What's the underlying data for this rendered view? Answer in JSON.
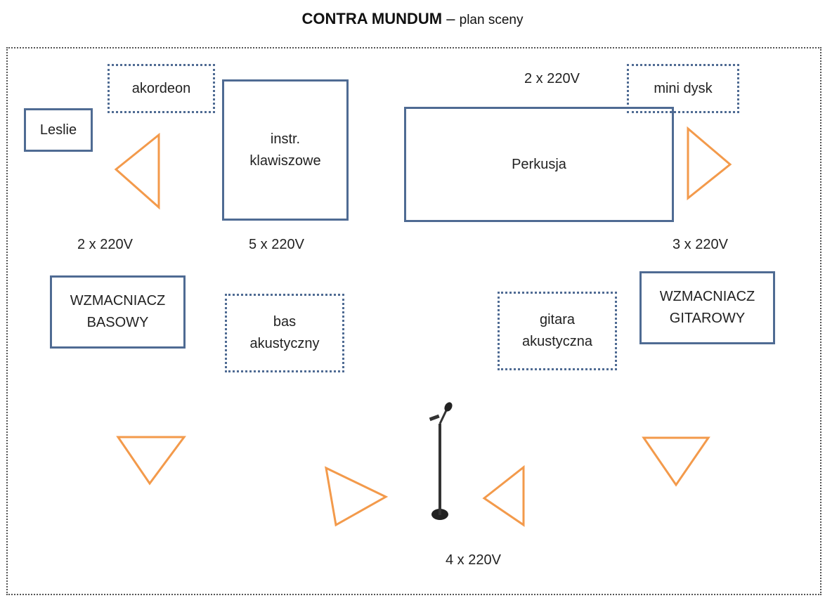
{
  "title": {
    "main": "CONTRA MUNDUM",
    "separator": "–",
    "sub": "plan sceny"
  },
  "instruments": {
    "leslie": "Leslie",
    "akordeon": "akordeon",
    "keys": "instr.\nklawiszowe",
    "drums": "Perkusja",
    "minidisc": "mini dysk",
    "bass_amp": "WZMACNIACZ\nBASOWY",
    "acoustic_bass": "bas\nakustyczny",
    "acoustic_guitar": "gitara\nakustyczna",
    "guitar_amp": "WZMACNIACZ\nGITAROWY"
  },
  "power": {
    "drums": "2 x 220V",
    "left": "2 x 220V",
    "keys": "5 x 220V",
    "right": "3 x 220V",
    "center": "4 x 220V"
  },
  "colors": {
    "speaker": "#f39a4b",
    "box_border": "#4f6b93",
    "stage_border": "#555555"
  },
  "icons": {
    "microphone": "microphone-stand-icon",
    "monitor": "stage-monitor-triangle-icon"
  }
}
